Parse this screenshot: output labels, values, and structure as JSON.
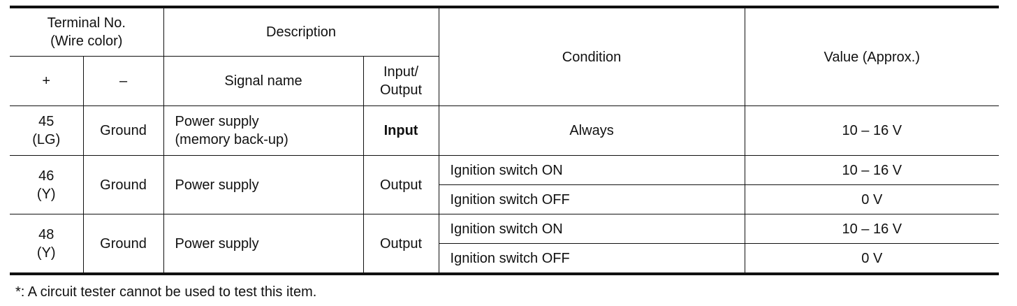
{
  "table": {
    "headers": {
      "terminal_no": "Terminal No.",
      "wire_color": "(Wire color)",
      "description": "Description",
      "condition": "Condition",
      "value": "Value (Approx.)",
      "plus": "+",
      "minus": "–",
      "signal_name": "Signal name",
      "io_line1": "Input/",
      "io_line2": "Output"
    },
    "rows": [
      {
        "terminal": "45",
        "wire": "(LG)",
        "minus": "Ground",
        "signal_line1": "Power supply",
        "signal_line2": "(memory back-up)",
        "io": "Input",
        "conditions": [
          {
            "condition": "Always",
            "value": "10 – 16 V"
          }
        ]
      },
      {
        "terminal": "46",
        "wire": "(Y)",
        "minus": "Ground",
        "signal_line1": "Power supply",
        "io": "Output",
        "conditions": [
          {
            "condition": "Ignition switch ON",
            "value": "10 – 16 V"
          },
          {
            "condition": "Ignition switch OFF",
            "value": "0 V"
          }
        ]
      },
      {
        "terminal": "48",
        "wire": "(Y)",
        "minus": "Ground",
        "signal_line1": "Power supply",
        "io": "Output",
        "conditions": [
          {
            "condition": "Ignition switch ON",
            "value": "10 – 16 V"
          },
          {
            "condition": "Ignition switch OFF",
            "value": "0 V"
          }
        ]
      }
    ]
  },
  "footnote": "*: A circuit tester cannot be used to test this item."
}
